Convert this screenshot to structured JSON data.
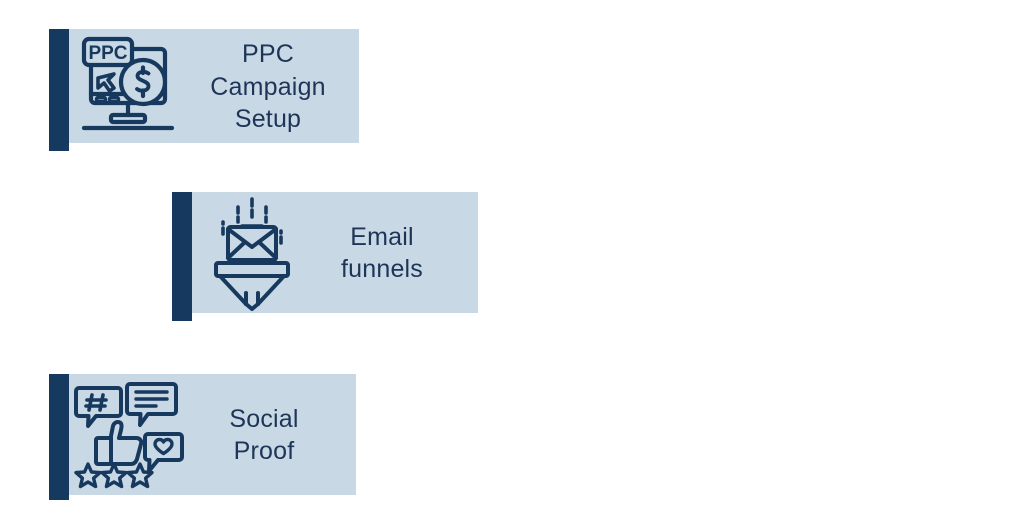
{
  "page": {
    "background_color": "#ffffff",
    "accent_bar_color": "#163a5f",
    "panel_color": "#c9d8e5",
    "text_color": "#1d3557",
    "icon_stroke_color": "#17395e"
  },
  "cards": [
    {
      "id": "ppc-campaign-setup",
      "label": "PPC\nCampaign\nSetup",
      "icon": "ppc-monitor-dollar-icon",
      "icon_parts": [
        "monitor",
        "ppc-tag",
        "cursor-arrow",
        "dollar-coin"
      ]
    },
    {
      "id": "email-funnels",
      "label": "Email\nfunnels",
      "icon": "email-funnel-icon",
      "icon_parts": [
        "envelope",
        "funnel",
        "speed-lines"
      ]
    },
    {
      "id": "social-proof",
      "label": "Social\nProof",
      "icon": "social-proof-icon",
      "icon_parts": [
        "hashtag-bubble",
        "text-bubble",
        "thumbs-up",
        "heart-bubble",
        "three-stars"
      ]
    }
  ]
}
